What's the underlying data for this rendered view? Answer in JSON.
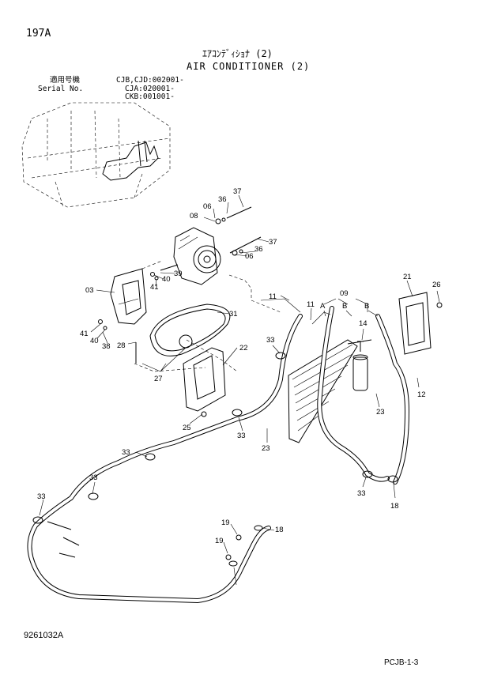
{
  "header": {
    "page_id": "197A",
    "title_jp": "ｴｱｺﾝﾃﾞｨｼｮﾅ (2)",
    "title_en": "AIR CONDITIONER (2)"
  },
  "serial_block": {
    "label_jp": "適用号機",
    "label_en": "Serial No.",
    "values": [
      "CJB,CJD:002001-",
      "CJA:020001-",
      "CKB:001001-"
    ]
  },
  "callouts": [
    "37",
    "36",
    "06",
    "08",
    "37",
    "36",
    "06",
    "39",
    "40",
    "41",
    "03",
    "31",
    "41",
    "40",
    "38",
    "28",
    "11",
    "11",
    "09",
    "A",
    "B",
    "B",
    "21",
    "26",
    "14",
    "33",
    "22",
    "27",
    "12",
    "23",
    "25",
    "23",
    "33",
    "33",
    "33",
    "33",
    "33",
    "18",
    "19",
    "18",
    "19"
  ],
  "footer": {
    "doc_no": "9261032A",
    "page_ref": "PCJB-1-3"
  }
}
